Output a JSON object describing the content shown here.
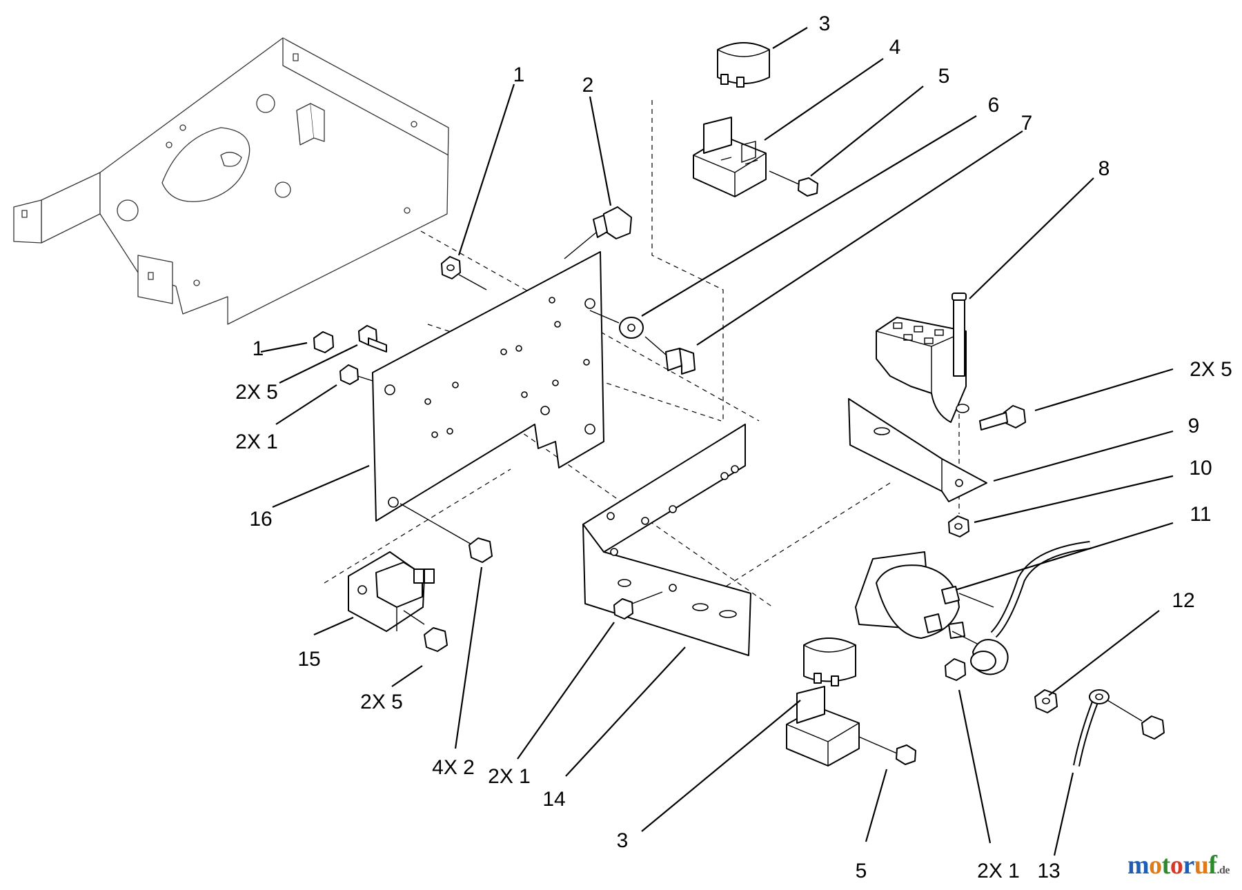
{
  "callouts": [
    {
      "text": "1"
    },
    {
      "text": "2"
    },
    {
      "text": "3"
    },
    {
      "text": "4"
    },
    {
      "text": "5"
    },
    {
      "text": "6"
    },
    {
      "text": "7"
    },
    {
      "text": "8"
    },
    {
      "text": "2X 5"
    },
    {
      "text": "9"
    },
    {
      "text": "10"
    },
    {
      "text": "11"
    },
    {
      "text": "12"
    },
    {
      "text": "13"
    },
    {
      "text": "5"
    },
    {
      "text": "2X 1"
    },
    {
      "text": "3"
    },
    {
      "text": "14"
    },
    {
      "text": "2X 1"
    },
    {
      "text": "4X 2"
    },
    {
      "text": "2X 5"
    },
    {
      "text": "15"
    },
    {
      "text": "16"
    },
    {
      "text": "2X 1"
    },
    {
      "text": "2X 5"
    },
    {
      "text": "1"
    }
  ],
  "watermark": {
    "parts": [
      "m",
      "o",
      "t",
      "o",
      "r",
      "u",
      "f",
      ".de"
    ],
    "colors": [
      "#1f5fb3",
      "#e07a16",
      "#2c8a2c",
      "#d23b2b",
      "#1f5fb3",
      "#e07a16",
      "#2c8a2c",
      "#555555"
    ]
  }
}
